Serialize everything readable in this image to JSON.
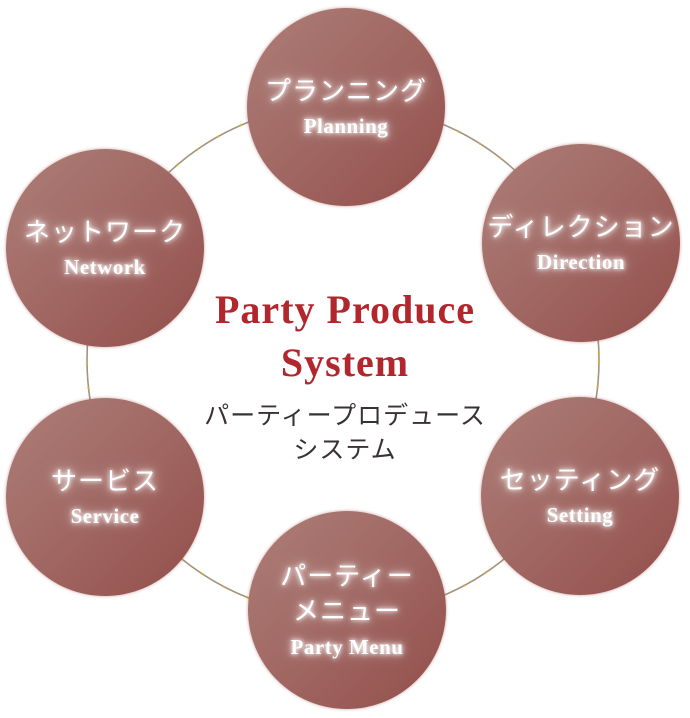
{
  "background": "#ffffff",
  "colors": {
    "background": "#ffffff",
    "circle_grad_start": "#ad7d77",
    "circle_grad_end": "#934e4b",
    "ring_line": "#a5927c",
    "sparkle_gold": "#d8b23c",
    "title_red": "#b2262d",
    "subtitle_gray": "#3a3133",
    "node_text": "#ffffff"
  },
  "center": {
    "title_line1": "Party Produce",
    "title_line2": "System",
    "subtitle_line1": "パーティープロデュース",
    "subtitle_line2": "システム"
  },
  "nodes": [
    {
      "id": "planning",
      "jp_lines": [
        "プランニング"
      ],
      "en": "Planning"
    },
    {
      "id": "direction",
      "jp_lines": [
        "ディレクション"
      ],
      "en": "Direction"
    },
    {
      "id": "setting",
      "jp_lines": [
        "セッティング"
      ],
      "en": "Setting"
    },
    {
      "id": "party-menu",
      "jp_lines": [
        "パーティー",
        "メニュー"
      ],
      "en": "Party Menu"
    },
    {
      "id": "service",
      "jp_lines": [
        "サービス"
      ],
      "en": "Service"
    },
    {
      "id": "network",
      "jp_lines": [
        "ネットワーク"
      ],
      "en": "Network"
    }
  ]
}
